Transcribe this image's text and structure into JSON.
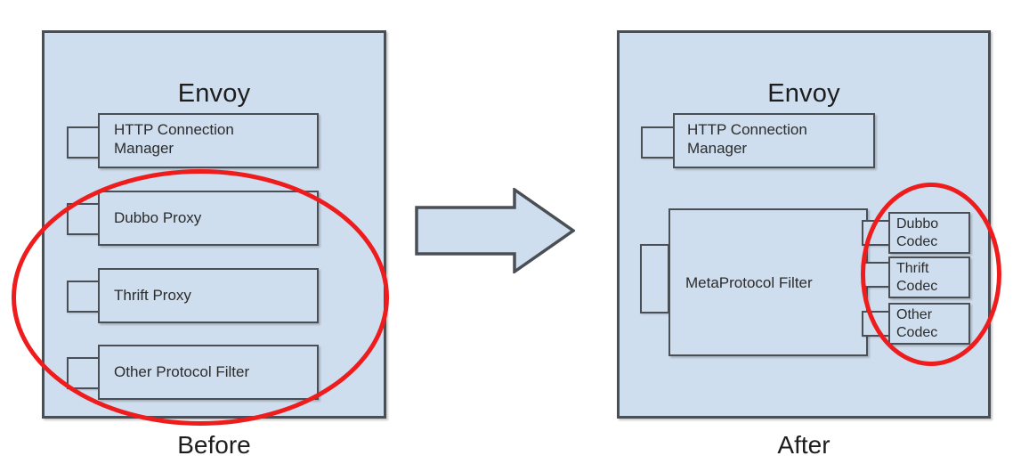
{
  "diagram": {
    "title_before": "Before",
    "title_after": "After",
    "arrow_icon": "right-arrow-icon",
    "colors": {
      "box_fill": "#cfdeef",
      "box_stroke": "#4a4f56",
      "highlight": "#ee1c1c",
      "text": "#1d1d1d",
      "background": "#ffffff"
    }
  },
  "before": {
    "container_label": "Envoy",
    "components": [
      {
        "label": "HTTP Connection\nManager",
        "name": "http-connection-manager"
      },
      {
        "label": "Dubbo Proxy",
        "name": "dubbo-proxy"
      },
      {
        "label": "Thrift Proxy",
        "name": "thrift-proxy"
      },
      {
        "label": "Other Protocol Filter",
        "name": "other-protocol-filter"
      }
    ],
    "caption": "Before"
  },
  "after": {
    "container_label": "Envoy",
    "components": [
      {
        "label": "HTTP Connection\nManager",
        "name": "http-connection-manager"
      },
      {
        "label": "MetaProtocol Filter",
        "name": "metaprotocol-filter"
      }
    ],
    "codecs": [
      {
        "label": "Dubbo\nCodec",
        "name": "dubbo-codec"
      },
      {
        "label": "Thrift\nCodec",
        "name": "thrift-codec"
      },
      {
        "label": "Other\nCodec",
        "name": "other-codec"
      }
    ],
    "caption": "After"
  }
}
